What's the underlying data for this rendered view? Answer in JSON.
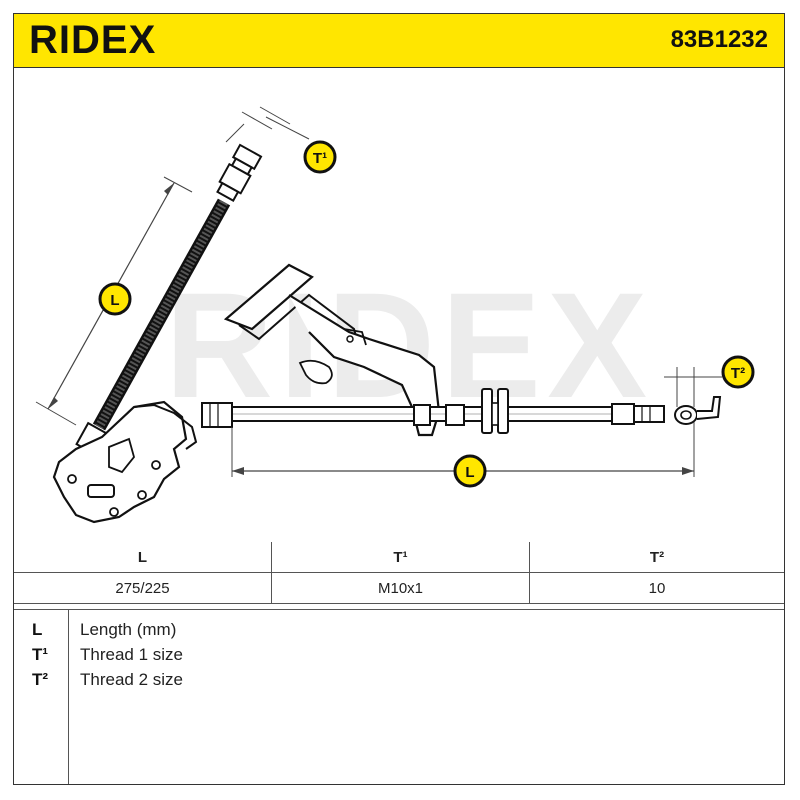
{
  "header": {
    "brand": "RIDEX",
    "part_number": "83B1232",
    "background_color": "#ffe600"
  },
  "watermark": "RIDEX",
  "badges": {
    "t1_top": "T¹",
    "l_left": "L",
    "t2_right": "T²",
    "l_bottom": "L",
    "badge_color": "#ffe600"
  },
  "spec_table": {
    "headers": [
      "L",
      "T¹",
      "T²"
    ],
    "values": [
      "275/225",
      "M10x1",
      "10"
    ]
  },
  "legend": [
    {
      "symbol": "L",
      "description": "Length (mm)"
    },
    {
      "symbol": "T¹",
      "description": "Thread 1 size"
    },
    {
      "symbol": "T²",
      "description": "Thread 2 size"
    }
  ]
}
